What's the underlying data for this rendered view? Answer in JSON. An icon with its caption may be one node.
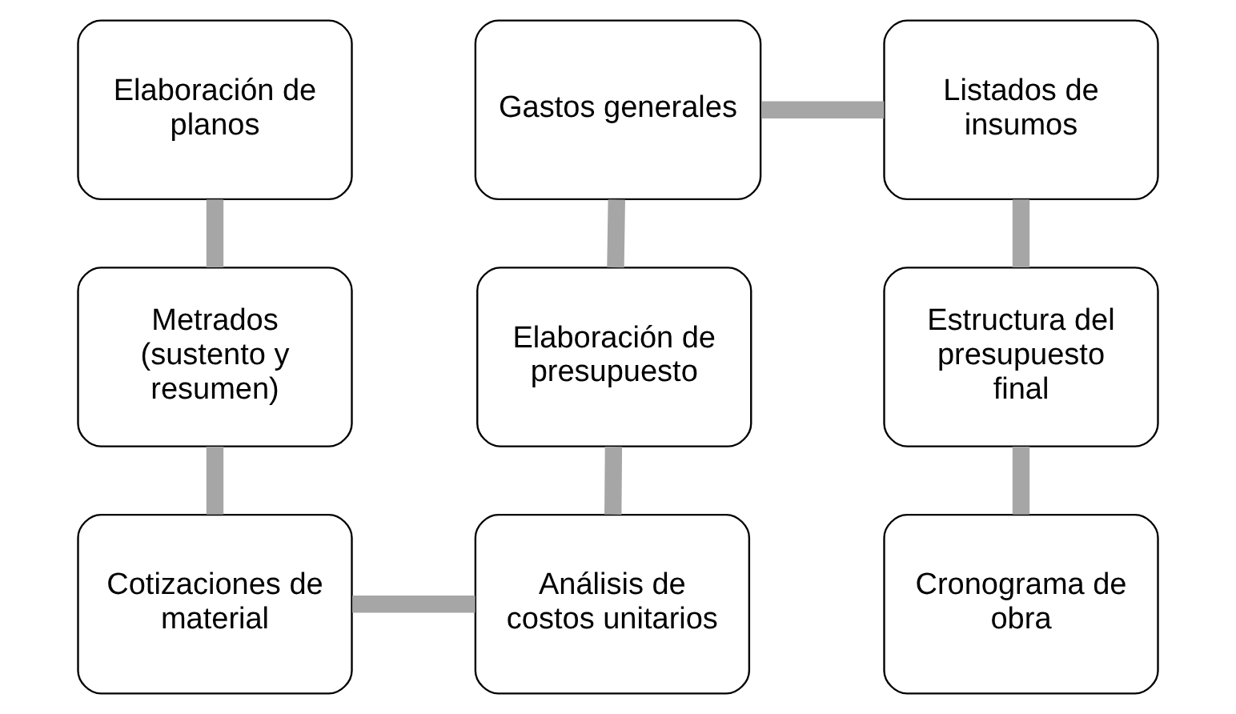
{
  "diagram": {
    "nodes": [
      {
        "text": [
          "Elaboración de planos"
        ]
      },
      {
        "text": [
          "Metrados (sustento y resumen)"
        ]
      },
      {
        "text": [
          "Cotizaciones de material"
        ]
      },
      {
        "text": [
          "Análisis de costos unitarios"
        ]
      },
      {
        "text": [
          "Elaboración de presupuesto"
        ]
      },
      {
        "text": [
          "Gastos generales"
        ]
      },
      {
        "text": [
          "Listados de insumos"
        ]
      },
      {
        "text": [
          "Estructura del presupuesto final"
        ]
      },
      {
        "text": [
          "Cronograma de obra"
        ]
      }
    ],
    "edges": [
      {
        "from": 0,
        "to": 1,
        "arrow": "none"
      },
      {
        "from": 1,
        "to": 2,
        "arrow": "none"
      },
      {
        "from": 2,
        "to": 3,
        "arrow": "none"
      },
      {
        "from": 3,
        "to": 4,
        "arrow": "none"
      },
      {
        "from": 4,
        "to": 5,
        "arrow": "none"
      },
      {
        "from": 5,
        "to": 6,
        "arrow": "none"
      },
      {
        "from": 6,
        "to": 7,
        "arrow": "none"
      },
      {
        "from": 7,
        "to": 8,
        "arrow": "none"
      }
    ]
  }
}
